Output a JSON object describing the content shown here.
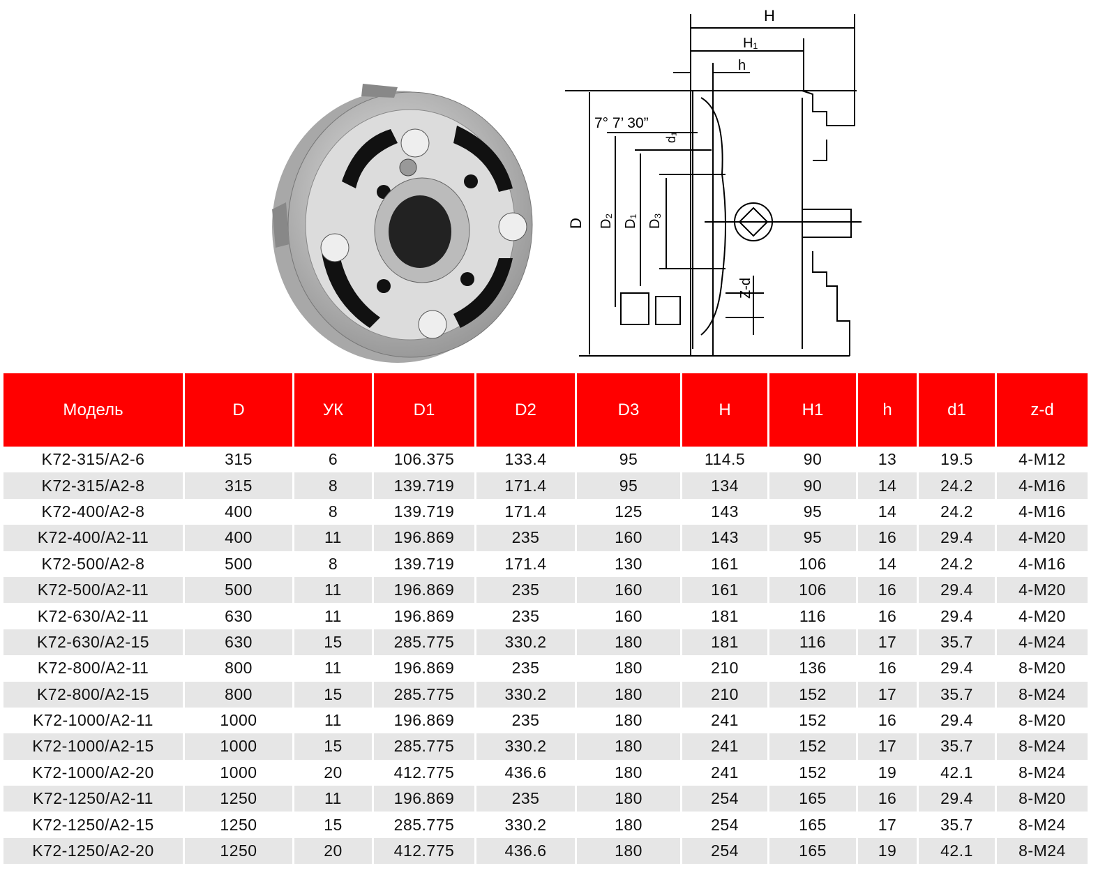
{
  "diagram": {
    "labels": {
      "H": "H",
      "H1": "H₁",
      "h": "h",
      "angle": "7° 7’ 30”",
      "d1": "d₁",
      "D": "D",
      "D2": "D₂",
      "D1": "D₁",
      "D3": "D₃",
      "Zd": "Z-d"
    }
  },
  "table": {
    "headers": [
      "Модель",
      "D",
      "УК",
      "D1",
      "D2",
      "D3",
      "H",
      "H1",
      "h",
      "d1",
      "z-d"
    ],
    "rows": [
      [
        "K72-315/A2-6",
        "315",
        "6",
        "106.375",
        "133.4",
        "95",
        "114.5",
        "90",
        "13",
        "19.5",
        "4-M12"
      ],
      [
        "K72-315/A2-8",
        "315",
        "8",
        "139.719",
        "171.4",
        "95",
        "134",
        "90",
        "14",
        "24.2",
        "4-M16"
      ],
      [
        "K72-400/A2-8",
        "400",
        "8",
        "139.719",
        "171.4",
        "125",
        "143",
        "95",
        "14",
        "24.2",
        "4-M16"
      ],
      [
        "K72-400/A2-11",
        "400",
        "11",
        "196.869",
        "235",
        "160",
        "143",
        "95",
        "16",
        "29.4",
        "4-M20"
      ],
      [
        "K72-500/A2-8",
        "500",
        "8",
        "139.719",
        "171.4",
        "130",
        "161",
        "106",
        "14",
        "24.2",
        "4-M16"
      ],
      [
        "K72-500/A2-11",
        "500",
        "11",
        "196.869",
        "235",
        "160",
        "161",
        "106",
        "16",
        "29.4",
        "4-M20"
      ],
      [
        "K72-630/A2-11",
        "630",
        "11",
        "196.869",
        "235",
        "160",
        "181",
        "116",
        "16",
        "29.4",
        "4-M20"
      ],
      [
        "K72-630/A2-15",
        "630",
        "15",
        "285.775",
        "330.2",
        "180",
        "181",
        "116",
        "17",
        "35.7",
        "4-M24"
      ],
      [
        "K72-800/A2-11",
        "800",
        "11",
        "196.869",
        "235",
        "180",
        "210",
        "136",
        "16",
        "29.4",
        "8-M20"
      ],
      [
        "K72-800/A2-15",
        "800",
        "15",
        "285.775",
        "330.2",
        "180",
        "210",
        "152",
        "17",
        "35.7",
        "8-M24"
      ],
      [
        "K72-1000/A2-11",
        "1000",
        "11",
        "196.869",
        "235",
        "180",
        "241",
        "152",
        "16",
        "29.4",
        "8-M20"
      ],
      [
        "K72-1000/A2-15",
        "1000",
        "15",
        "285.775",
        "330.2",
        "180",
        "241",
        "152",
        "17",
        "35.7",
        "8-M24"
      ],
      [
        "K72-1000/A2-20",
        "1000",
        "20",
        "412.775",
        "436.6",
        "180",
        "241",
        "152",
        "19",
        "42.1",
        "8-M24"
      ],
      [
        "K72-1250/A2-11",
        "1250",
        "11",
        "196.869",
        "235",
        "180",
        "254",
        "165",
        "16",
        "29.4",
        "8-M20"
      ],
      [
        "K72-1250/A2-15",
        "1250",
        "15",
        "285.775",
        "330.2",
        "180",
        "254",
        "165",
        "17",
        "35.7",
        "8-M24"
      ],
      [
        "K72-1250/A2-20",
        "1250",
        "20",
        "412.775",
        "436.6",
        "180",
        "254",
        "165",
        "19",
        "42.1",
        "8-M24"
      ]
    ]
  }
}
